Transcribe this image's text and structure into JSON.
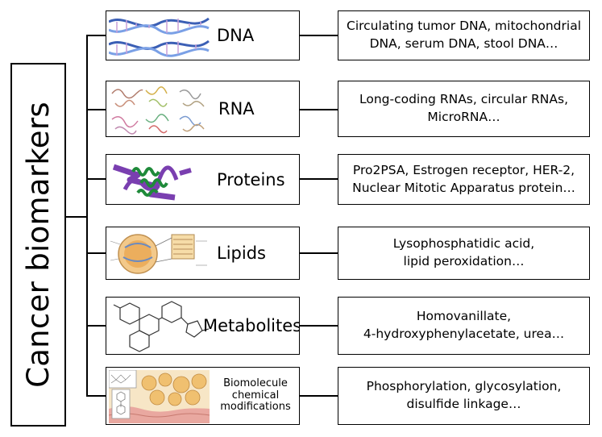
{
  "root": {
    "label": "Cancer biomarkers"
  },
  "categories": [
    {
      "label": "DNA",
      "examples": "Circulating tumor DNA, mitochondrial\nDNA, serum DNA, stool DNA…",
      "icon": "dna-helix-icon"
    },
    {
      "label": "RNA",
      "examples": "Long-coding RNAs, circular RNAs,\nMicroRNA…",
      "icon": "rna-structure-icon"
    },
    {
      "label": "Proteins",
      "examples": "Pro2PSA, Estrogen receptor, HER-2,\nNuclear Mitotic Apparatus protein…",
      "icon": "protein-ribbon-icon"
    },
    {
      "label": "Lipids",
      "examples": "Lysophosphatidic acid,\nlipid peroxidation…",
      "icon": "lipoprotein-icon"
    },
    {
      "label": "Metabolites",
      "examples": "Homovanillate,\n4-hydroxyphenylacetate, urea…",
      "icon": "molecule-structure-icon"
    },
    {
      "label": "Biomolecule chemical modifications",
      "examples": "Phosphorylation, glycosylation,\ndisulfide linkage…",
      "icon": "cell-tissue-icon"
    }
  ],
  "colors": {
    "line": "#000000",
    "dna_blue": "#3b5fb5",
    "protein_green": "#1f8a3a",
    "protein_purple": "#7a3fb0",
    "lipid_orange": "#e8a24a"
  }
}
